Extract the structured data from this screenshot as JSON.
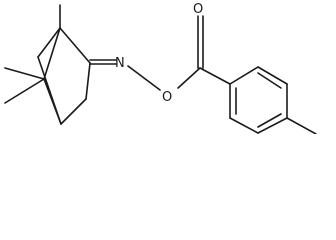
{
  "molecule": {
    "atoms": {
      "n": "N",
      "o_ether": "O",
      "o_carbonyl": "O"
    }
  }
}
